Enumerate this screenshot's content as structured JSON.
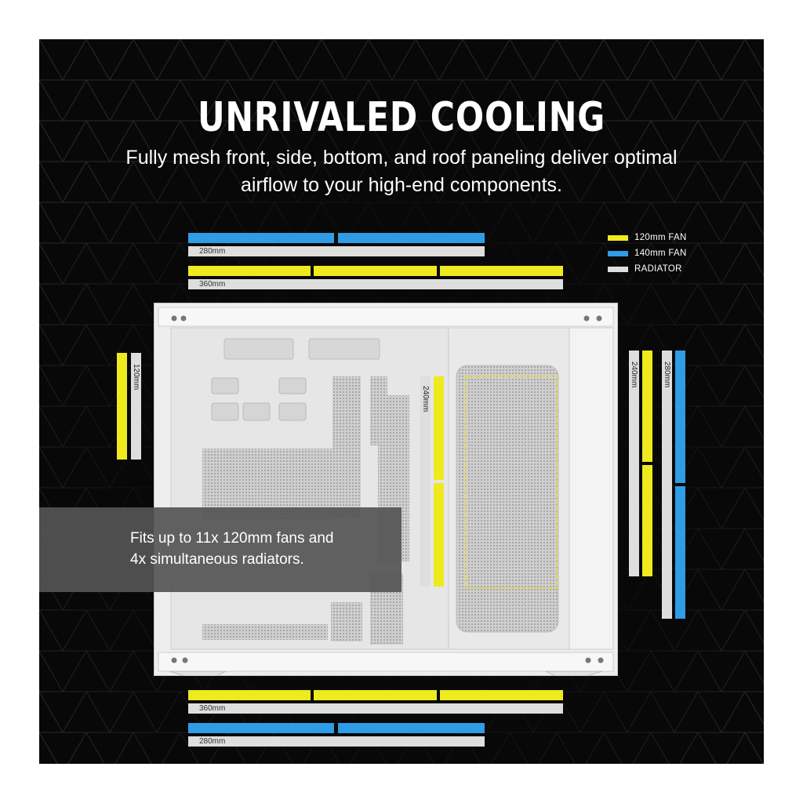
{
  "header": {
    "title": "UNRIVALED COOLING",
    "subtitle_line1": "Fully mesh front, side, bottom, and roof paneling deliver optimal",
    "subtitle_line2": "airflow to your high-end components."
  },
  "legend": [
    {
      "label": "120mm FAN",
      "color": "#eeea1e"
    },
    {
      "label": "140mm FAN",
      "color": "#2f9ce6"
    },
    {
      "label": "RADIATOR",
      "color": "#dedede"
    }
  ],
  "radiator_labels": {
    "top_280": "280mm",
    "top_360": "360mm",
    "left_120": "120mm",
    "middle_240": "240mm",
    "right_240": "240mm",
    "right_280": "280mm",
    "bottom_360": "360mm",
    "bottom_280": "280mm"
  },
  "callout": {
    "line1": "Fits up to 11x 120mm fans and",
    "line2": "4x simultaneous radiators."
  },
  "colors": {
    "fan_120": "#eeea1e",
    "fan_140": "#2f9ce6",
    "radiator": "#dedede",
    "background": "#080808"
  }
}
